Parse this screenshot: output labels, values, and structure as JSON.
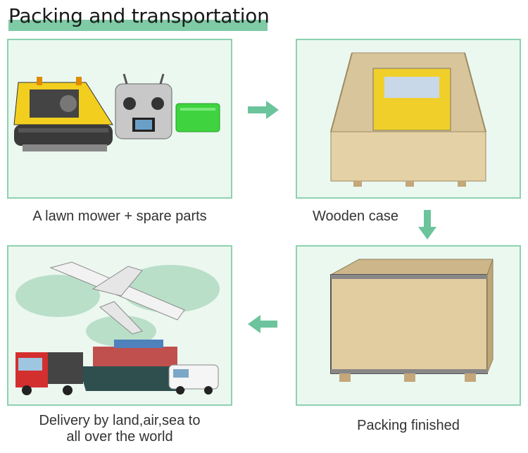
{
  "title": "Packing and transportation",
  "steps": [
    {
      "caption": "A lawn mower + spare parts"
    },
    {
      "caption": "Wooden case"
    },
    {
      "caption": "Packing finished"
    },
    {
      "caption_line1": "Delivery by land,air,sea to",
      "caption_line2": "all over the world"
    }
  ],
  "colors": {
    "accent": "#7fcba6",
    "panel_bg": "#eaf8f0",
    "panel_border": "#8fd1b0",
    "arrow": "#6cc49c"
  },
  "icons": [
    "arrow-right-icon",
    "arrow-down-icon",
    "arrow-left-icon"
  ]
}
